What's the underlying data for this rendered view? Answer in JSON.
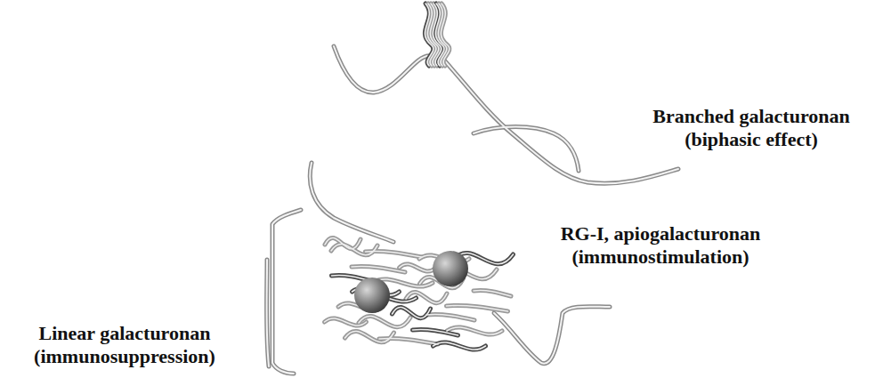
{
  "diagram": {
    "labels": [
      "Branched galacturonan (biphasic effect)",
      "RG-I, apiogalacturonan (immunostimulation)",
      "Linear galacturonan (immunosuppression)"
    ]
  }
}
